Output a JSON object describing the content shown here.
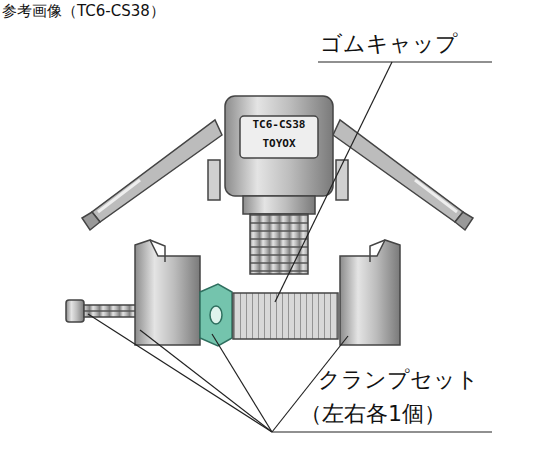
{
  "diagram": {
    "title": "参考画像（TC6-CS38）",
    "labels": [
      "ゴムキャップ",
      "クランプセット",
      "（左右各1個）",
      "TC6-CS38",
      "TOYOX"
    ]
  }
}
